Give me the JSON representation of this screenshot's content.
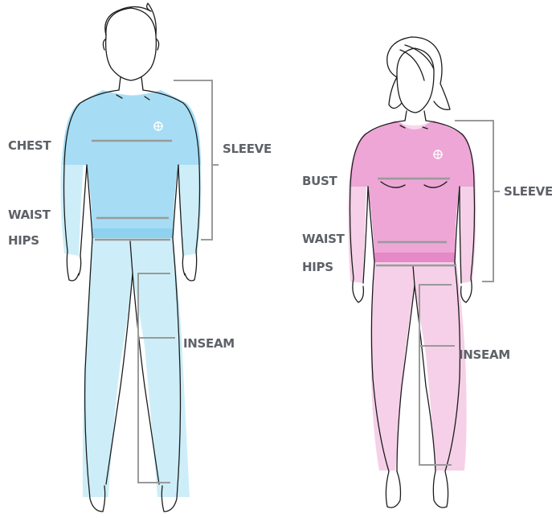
{
  "colors": {
    "label_text": "#5e6168",
    "measure_line": "#9a9a9a",
    "men_light": "#cdeef8",
    "men_mid": "#a6ddf4",
    "men_dark": "#8fd2ef",
    "women_light": "#f6d0e8",
    "women_mid": "#eda6d6",
    "women_dark": "#e589c7"
  },
  "men": {
    "labels": {
      "chest": "CHEST",
      "waist": "WAIST",
      "hips": "HIPS",
      "sleeve": "SLEEVE",
      "inseam": "INSEAM"
    }
  },
  "women": {
    "labels": {
      "bust": "BUST",
      "waist": "WAIST",
      "hips": "HIPS",
      "sleeve": "SLEEVE",
      "inseam": "INSEAM"
    }
  }
}
